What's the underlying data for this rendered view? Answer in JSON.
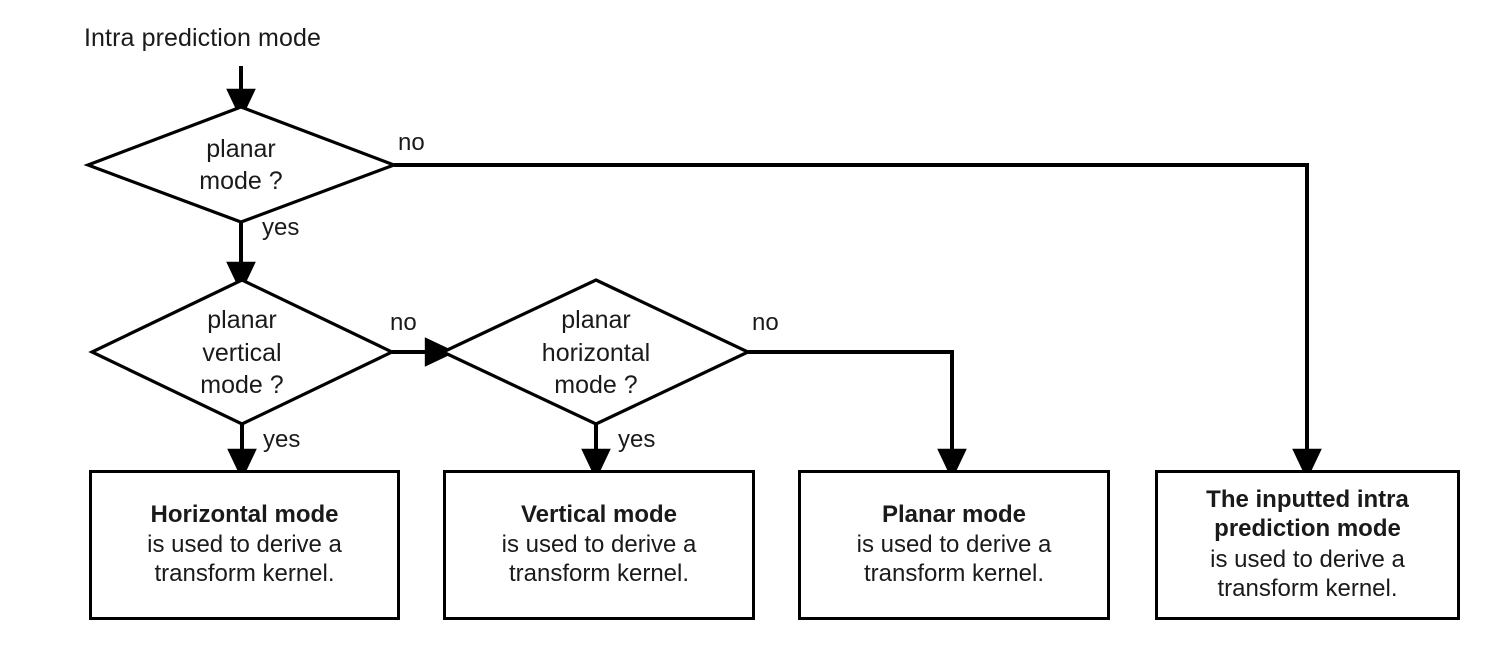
{
  "diagram": {
    "title": "Intra prediction mode",
    "type": "flowchart",
    "colors": {
      "stroke": "#000000",
      "text": "#1a1a1a",
      "background": "#ffffff"
    }
  },
  "start": {
    "label": "Intra prediction mode"
  },
  "decisions": [
    {
      "id": "planar-mode",
      "line1": "planar",
      "line2": "mode ?",
      "line3": "",
      "yes_label": "yes",
      "no_label": "no"
    },
    {
      "id": "planar-vertical-mode",
      "line1": "planar",
      "line2": "vertical",
      "line3": "mode ?",
      "yes_label": "yes",
      "no_label": "no"
    },
    {
      "id": "planar-horizontal-mode",
      "line1": "planar",
      "line2": "horizontal",
      "line3": "mode ?",
      "yes_label": "yes",
      "no_label": "no"
    }
  ],
  "outcomes": [
    {
      "id": "horizontal-mode",
      "title": "Horizontal mode",
      "body": "is used to derive a\ntransform kernel."
    },
    {
      "id": "vertical-mode",
      "title": "Vertical mode",
      "body": "is used to derive a\ntransform kernel."
    },
    {
      "id": "planar-mode-outcome",
      "title": "Planar mode",
      "body": "is used to derive a\ntransform kernel."
    },
    {
      "id": "inputted-intra-prediction-mode",
      "title": "The inputted intra\nprediction mode",
      "body": "is used to derive a\ntransform kernel."
    }
  ]
}
